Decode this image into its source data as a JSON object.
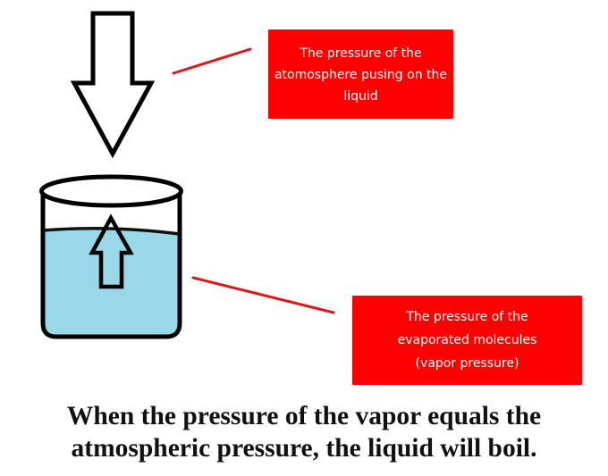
{
  "colors": {
    "label_background": "#ff0000",
    "label_text": "#ffffff",
    "connector_line": "#d81a1a",
    "liquid": "#99d8e8",
    "outline": "#000000",
    "caption_text": "#111111"
  },
  "icons": {
    "atmospheric_pressure_arrow": "down-arrow",
    "vapor_pressure_arrow": "up-arrow",
    "container": "beaker"
  },
  "labels": {
    "atmospheric": {
      "lines": [
        "The pressure of the",
        "atomosphere pusing on the",
        "liquid"
      ]
    },
    "vapor": {
      "lines": [
        "The pressure of the",
        "evaporated molecules",
        "(vapor pressure)"
      ]
    }
  },
  "caption": {
    "lines": [
      "When the pressure of the vapor equals the",
      "atmospheric pressure, the liquid will boil."
    ]
  }
}
